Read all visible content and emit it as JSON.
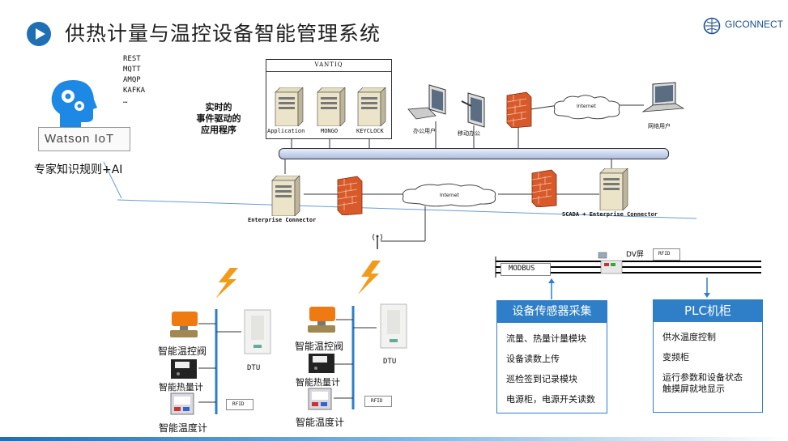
{
  "header": {
    "title": "供热计量与温控设备智能管理系统",
    "brand": "GICONNECT"
  },
  "protocols": [
    "REST",
    "MQTT",
    "AMQP",
    "KAFKA",
    "…"
  ],
  "watson": {
    "label": "Watson IoT",
    "caption": "专家知识规则+AI"
  },
  "event_app": [
    "实时的",
    "事件驱动的",
    "应用程序"
  ],
  "vantiq": {
    "title": "VANTIQ",
    "servers": [
      "Application",
      "MONGO",
      "KEYCLOCK"
    ]
  },
  "clients": {
    "office": "办公用户",
    "mobile": "移动办公",
    "web": "网络用户"
  },
  "internet_label": "Internet",
  "connectors": {
    "enterprise": "Enterprise Connector",
    "scada": "SCADA + Enterprise Connector"
  },
  "field_left": {
    "valve": "智能温控阀",
    "meter": "智能热量计",
    "thermometer": "智能温度计",
    "dtu": "DTU",
    "rfid": "RFID"
  },
  "field_mid": {
    "valve": "智能温控阀",
    "meter": "智能热量计",
    "thermometer": "智能温度计",
    "dtu": "DTU",
    "rfid": "RFID"
  },
  "bus": {
    "modbus": "MODBUS",
    "dv": "DV屏",
    "rfid": "RFID"
  },
  "sensor_panel": {
    "title": "设备传感器采集",
    "items": [
      "流量、热量计量模块",
      "设备读数上传",
      "巡检签到记录模块",
      "电源柜，电源开关读数"
    ]
  },
  "plc_panel": {
    "title": "PLC机柜",
    "items": [
      "供水温度控制",
      "变频柜",
      "运行参数和设备状态",
      "触摸屏就地显示"
    ]
  },
  "colors": {
    "accent": "#1f6fb5",
    "panel_head": "#2e7fc8",
    "bus_bar": "#c9d8ee",
    "firewall": "#d85a2a",
    "lightning": "#f29a1a"
  }
}
